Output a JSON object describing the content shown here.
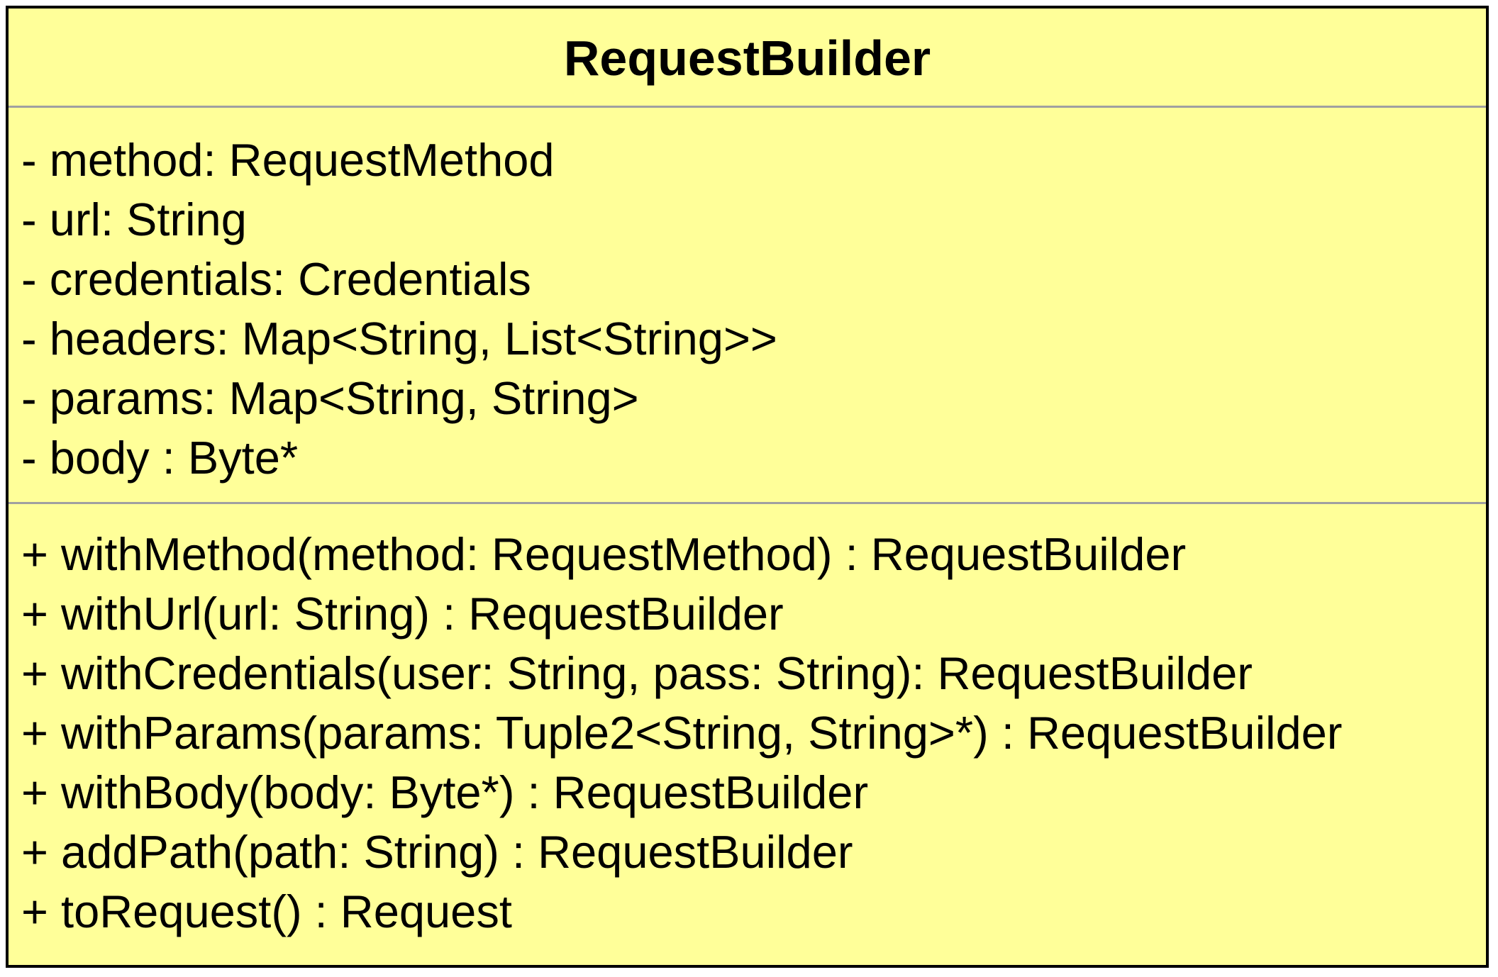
{
  "class_name": "RequestBuilder",
  "colors": {
    "fill": "#ffff99",
    "border": "#000000",
    "divider": "#a0a0a0"
  },
  "attributes": [
    "- method: RequestMethod",
    "- url: String",
    "- credentials: Credentials",
    "- headers: Map<String, List<String>>",
    "- params: Map<String, String>",
    "- body : Byte*"
  ],
  "operations": [
    "+ withMethod(method: RequestMethod) : RequestBuilder",
    "+ withUrl(url: String) : RequestBuilder",
    "+ withCredentials(user: String, pass: String): RequestBuilder",
    "+ withParams(params: Tuple2<String, String>*) : RequestBuilder",
    "+ withBody(body: Byte*) : RequestBuilder",
    "+ addPath(path: String) : RequestBuilder",
    "+ toRequest() : Request"
  ]
}
